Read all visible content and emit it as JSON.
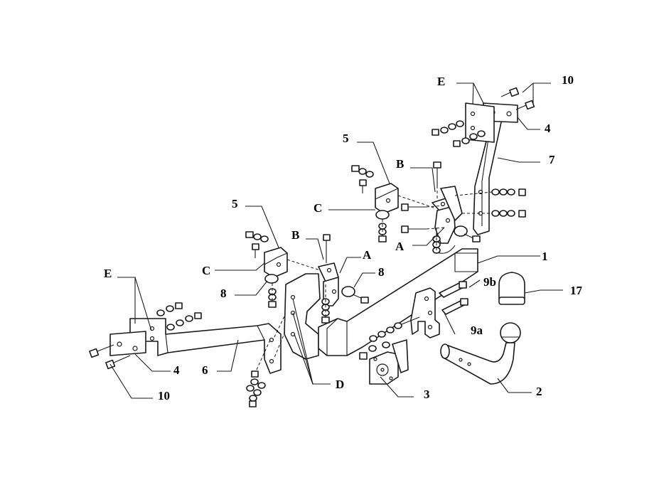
{
  "labels": {
    "e_top": "E",
    "ten_top": "10",
    "four_right": "4",
    "seven": "7",
    "five_right": "5",
    "b_right": "B",
    "c_right": "C",
    "a_right": "A",
    "five_left": "5",
    "b_left": "B",
    "a_left": "A",
    "c_left": "C",
    "eight_left": "8",
    "eight_right": "8",
    "e_left": "E",
    "one": "1",
    "nine_b": "9b",
    "seventeen": "17",
    "nine_a": "9a",
    "four_left": "4",
    "six": "6",
    "ten_left": "10",
    "d": "D",
    "three": "3",
    "two": "2"
  },
  "colors": {
    "line": "#1a1a1a",
    "background": "#ffffff"
  }
}
